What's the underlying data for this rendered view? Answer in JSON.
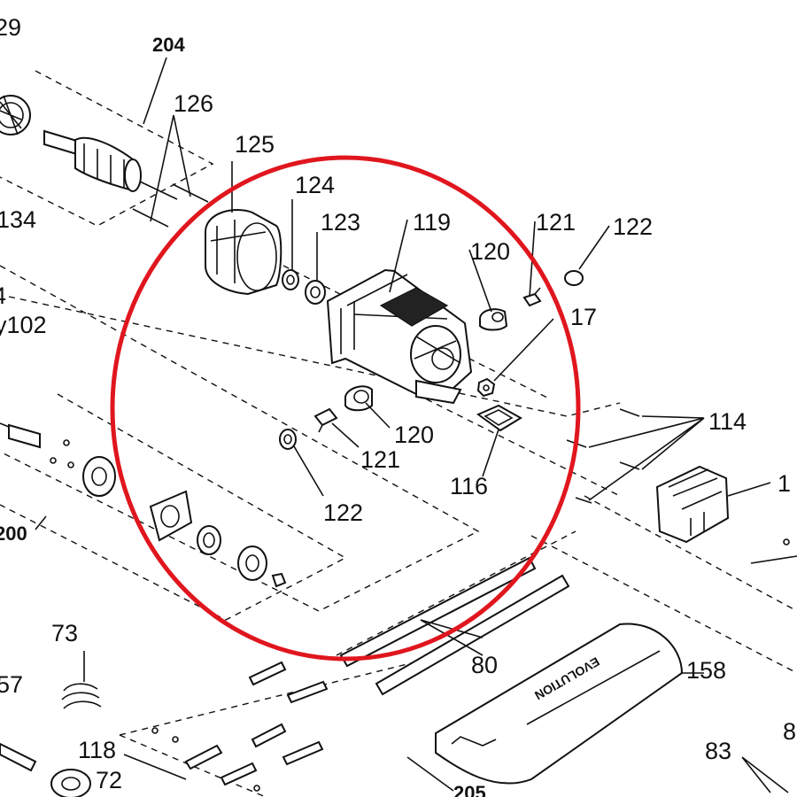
{
  "diagram": {
    "highlight_color": "#e0161e",
    "labels": {
      "l29": "29",
      "l204": "204",
      "l126": "126",
      "l125": "125",
      "l124": "124",
      "l123": "123",
      "l119": "119",
      "l121a": "121",
      "l122a": "122",
      "l120a": "120",
      "l17": "17",
      "l134": "134",
      "l4": "4",
      "l102": "y102",
      "l114": "114",
      "l120b": "120",
      "l121b": "121",
      "l116": "116",
      "l1": "1",
      "l122b": "122",
      "l200": "200",
      "l73": "73",
      "l80": "80",
      "l158": "158",
      "l57": "57",
      "l118": "118",
      "l72": "72",
      "l83": "83",
      "l8": "8",
      "l205": "205"
    },
    "brand_text": "EVOLUTION"
  }
}
